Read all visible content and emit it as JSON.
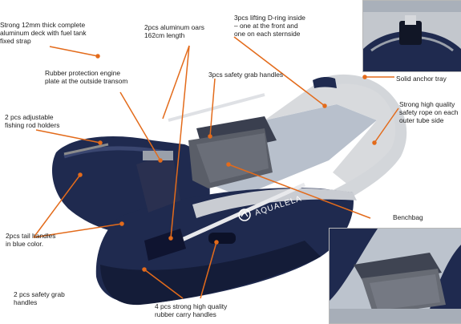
{
  "brand": "AQUALELA",
  "colors": {
    "navy": "#1f2a4f",
    "navy_dark": "#141c38",
    "light_gray": "#d6d8dc",
    "floor": "#a9b2c0",
    "callout": "#e36b1b"
  },
  "callouts": [
    {
      "id": "deck",
      "text": "Strong 12mm thick complete\naluminum deck with fuel tank\nfixed strap"
    },
    {
      "id": "oars",
      "text": "2pcs aluminum oars\n162cm length"
    },
    {
      "id": "dring",
      "text": "3pcs lifting D-ring inside\n– one at the front and\none on each sternside"
    },
    {
      "id": "engine",
      "text": "Rubber protection engine\nplate at the outside transom"
    },
    {
      "id": "grab3",
      "text": "3pcs safety grab handles"
    },
    {
      "id": "anchor",
      "text": "Solid anchor tray"
    },
    {
      "id": "rod",
      "text": "2 pcs adjustable\nfishing rod holders"
    },
    {
      "id": "rope",
      "text": "Strong high quality\nsafety rope on each\nouter tube side"
    },
    {
      "id": "benchbag",
      "text": "Benchbag"
    },
    {
      "id": "tail",
      "text": "2pcs tail handles\nin blue color."
    },
    {
      "id": "grab2",
      "text": "2 pcs safety grab\nhandles"
    },
    {
      "id": "carry",
      "text": "4 pcs strong high quality\nrubber carry handles"
    }
  ]
}
